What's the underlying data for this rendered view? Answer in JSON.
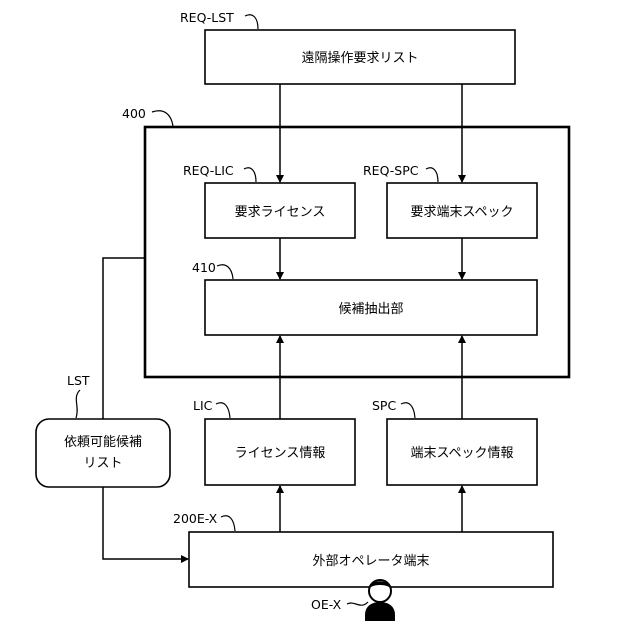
{
  "boxes": {
    "remote_request_list": "遠隔操作要求リスト",
    "required_license": "要求ライセンス",
    "required_terminal_spec": "要求端末スペック",
    "candidate_extraction_unit": "候補抽出部",
    "license_info": "ライセンス情報",
    "terminal_spec_info": "端末スペック情報",
    "requestable_candidate_list_line1": "依頼可能候補",
    "requestable_candidate_list_line2": "リスト",
    "external_operator_terminal": "外部オペレータ端末"
  },
  "references": {
    "req_lst": "REQ-LST",
    "unit_400": "400",
    "req_lic": "REQ-LIC",
    "req_spc": "REQ-SPC",
    "unit_410": "410",
    "lst": "LST",
    "lic": "LIC",
    "spc": "SPC",
    "terminal_200ex": "200E-X",
    "operator_oex": "OE-X"
  },
  "icons": {
    "operator": "person-icon"
  }
}
